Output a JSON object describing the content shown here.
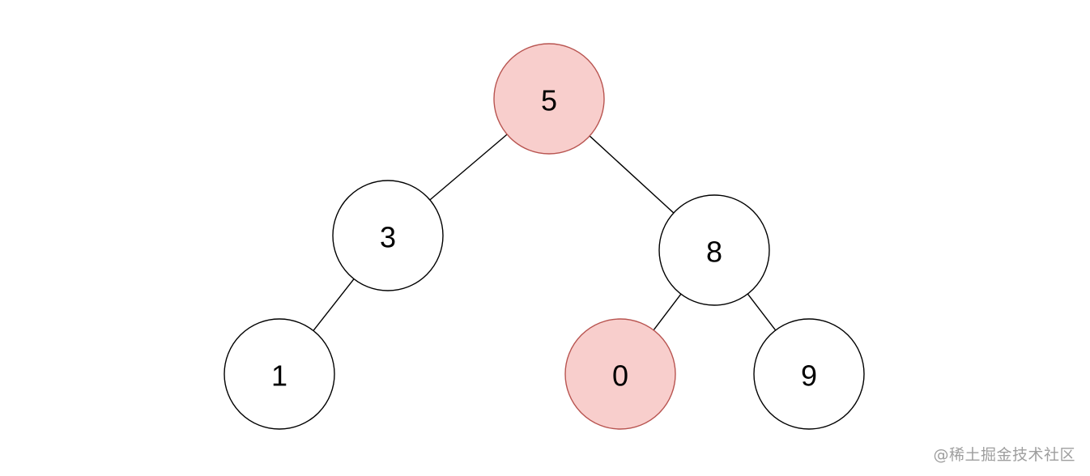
{
  "colors": {
    "default_fill": "#ffffff",
    "default_stroke": "#000000",
    "highlight_fill": "#f8cecc",
    "highlight_stroke": "#b85450"
  },
  "tree": {
    "nodes": [
      {
        "id": "n5",
        "label": "5",
        "highlight": true
      },
      {
        "id": "n3",
        "label": "3",
        "highlight": false
      },
      {
        "id": "n8",
        "label": "8",
        "highlight": false
      },
      {
        "id": "n1",
        "label": "1",
        "highlight": false
      },
      {
        "id": "n0",
        "label": "0",
        "highlight": true
      },
      {
        "id": "n9",
        "label": "9",
        "highlight": false
      }
    ],
    "edges": [
      {
        "from": "n5",
        "to": "n3"
      },
      {
        "from": "n5",
        "to": "n8"
      },
      {
        "from": "n3",
        "to": "n1"
      },
      {
        "from": "n8",
        "to": "n0"
      },
      {
        "from": "n8",
        "to": "n9"
      }
    ]
  },
  "watermark": "@稀土掘金技术社区"
}
